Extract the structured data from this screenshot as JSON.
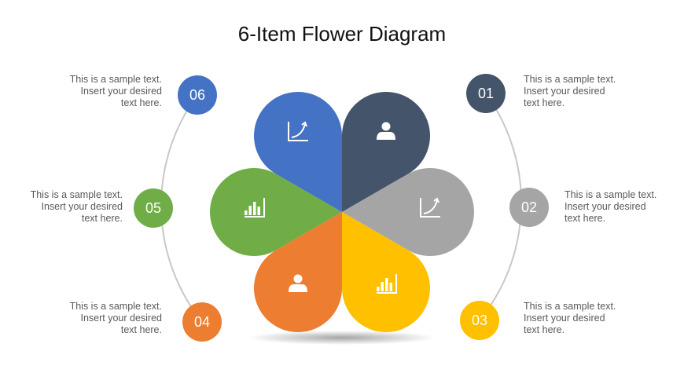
{
  "title": "6-Item Flower Diagram",
  "items": [
    {
      "num": "01",
      "color": "#44546a",
      "icon": "user-icon",
      "lines": [
        "This is a sample text.",
        "Insert your desired",
        "text here."
      ]
    },
    {
      "num": "02",
      "color": "#a5a5a5",
      "icon": "growth-chart-icon",
      "lines": [
        "This is a sample text.",
        "Insert your desired",
        "text here."
      ]
    },
    {
      "num": "03",
      "color": "#ffc000",
      "icon": "bar-chart-icon",
      "lines": [
        "This is a sample text.",
        "Insert your desired",
        "text here."
      ]
    },
    {
      "num": "04",
      "color": "#ed7d31",
      "icon": "user-icon",
      "lines": [
        "This is a sample text.",
        "Insert your desired",
        "text here."
      ]
    },
    {
      "num": "05",
      "color": "#70ad47",
      "icon": "bar-chart-icon",
      "lines": [
        "This is a sample text.",
        "Insert your desired",
        "text here."
      ]
    },
    {
      "num": "06",
      "color": "#4472c4",
      "icon": "growth-chart-icon",
      "lines": [
        "This is a sample text.",
        "Insert your desired",
        "text here."
      ]
    }
  ]
}
